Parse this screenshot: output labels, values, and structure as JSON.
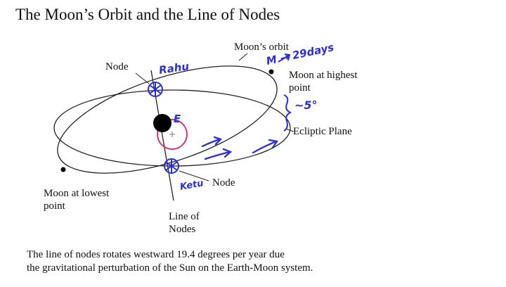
{
  "title": "The Moon’s Orbit and the Line of Nodes",
  "labels": {
    "node_top": "Node",
    "node_bottom": "Node",
    "moons_orbit": "Moon’s orbit",
    "moon_highest": [
      "Moon at highest",
      "point"
    ],
    "moon_lowest": [
      "Moon at lowest",
      "point"
    ],
    "ecliptic": "Ecliptic Plane",
    "line_of_nodes": [
      "Line of",
      "Nodes"
    ]
  },
  "annotations": {
    "rahu": "Rahu",
    "ketu": "Ketu",
    "earth": "E",
    "month": "M → 29days",
    "inclination": "~5°"
  },
  "caption": [
    "The line of nodes rotates westward 19.4 degrees per year due",
    "the gravitational perturbation of the Sun on the Earth-Moon system."
  ],
  "colors": {
    "ink": "#2b2fd6",
    "earth_orbit": "#d4357a",
    "line": "#111111"
  }
}
